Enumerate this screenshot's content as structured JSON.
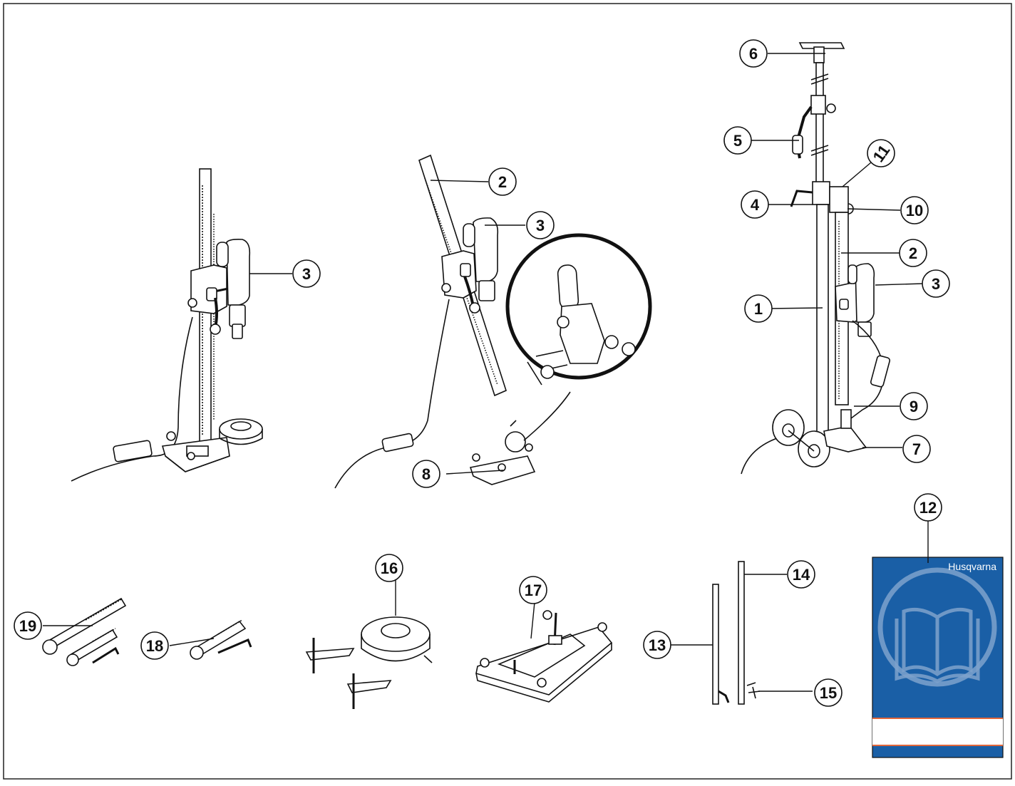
{
  "callouts": {
    "c1": "1",
    "c2a": "2",
    "c2b": "2",
    "c3a": "3",
    "c3b": "3",
    "c3c": "3",
    "c4": "4",
    "c5": "5",
    "c6": "6",
    "c7": "7",
    "c8": "8",
    "c9": "9",
    "c10": "10",
    "c11": "11",
    "c12": "12",
    "c13": "13",
    "c14": "14",
    "c15": "15",
    "c16": "16",
    "c17": "17",
    "c18": "18",
    "c19": "19"
  },
  "manual": {
    "brand": "Husqvarna",
    "cover_color": "#1a5fa6",
    "stripe_color": "#e2673a"
  },
  "colors": {
    "line": "#111111",
    "frame": "#222222"
  }
}
